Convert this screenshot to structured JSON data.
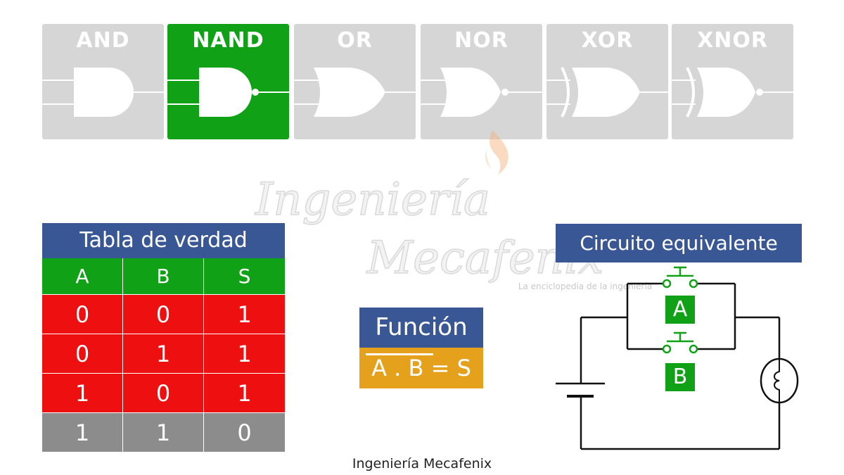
{
  "gates": [
    {
      "label": "AND",
      "active": false,
      "bubble": false,
      "kind": "and"
    },
    {
      "label": "NAND",
      "active": true,
      "bubble": true,
      "kind": "and"
    },
    {
      "label": "OR",
      "active": false,
      "bubble": false,
      "kind": "or"
    },
    {
      "label": "NOR",
      "active": false,
      "bubble": true,
      "kind": "or"
    },
    {
      "label": "XOR",
      "active": false,
      "bubble": false,
      "kind": "xor"
    },
    {
      "label": "XNOR",
      "active": false,
      "bubble": true,
      "kind": "xor"
    }
  ],
  "colors": {
    "inactive_tile": "#d6d6d6",
    "active_tile": "#10a117",
    "title_blue": "#3a5795",
    "header_green": "#10a117",
    "row_red": "#ee1010",
    "row_gray": "#8c8c8c",
    "expr_orange": "#e6a11c"
  },
  "watermark": {
    "line1": "Ingeniería",
    "line2": "Mecafenix",
    "tagline": "La enciclopedia de la ingeniería"
  },
  "truth_table": {
    "title": "Tabla de verdad",
    "headers": [
      "A",
      "B",
      "S"
    ],
    "rows": [
      {
        "values": [
          "0",
          "0",
          "1"
        ],
        "style": "red"
      },
      {
        "values": [
          "0",
          "1",
          "1"
        ],
        "style": "red"
      },
      {
        "values": [
          "1",
          "0",
          "1"
        ],
        "style": "red"
      },
      {
        "values": [
          "1",
          "1",
          "0"
        ],
        "style": "gray"
      }
    ]
  },
  "function": {
    "title": "Función",
    "expression": "A . B = S"
  },
  "circuit": {
    "title": "Circuito equivalente",
    "switch_a": "A",
    "switch_b": "B"
  },
  "footer": "Ingeniería Mecafenix"
}
